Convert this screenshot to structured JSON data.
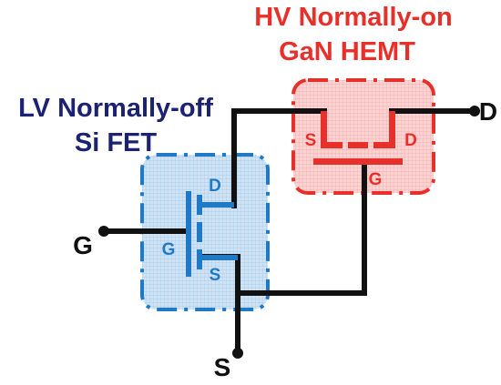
{
  "hemt": {
    "title_line1": "HV Normally-on",
    "title_line2": "GaN HEMT",
    "source": "S",
    "drain": "D",
    "gate": "G"
  },
  "fet": {
    "title_line1": "LV Normally-off",
    "title_line2": "Si FET",
    "drain": "D",
    "gate": "G",
    "source": "S"
  },
  "terminals": {
    "drain": "D",
    "gate": "G",
    "source": "S"
  },
  "colors": {
    "hemt": "#e8302a",
    "hemt_fill": "#f9c4c4",
    "fet": "#1f79c4",
    "fet_fill": "#c3ddf2",
    "fet_title": "#1c2273",
    "wire": "#111111"
  }
}
